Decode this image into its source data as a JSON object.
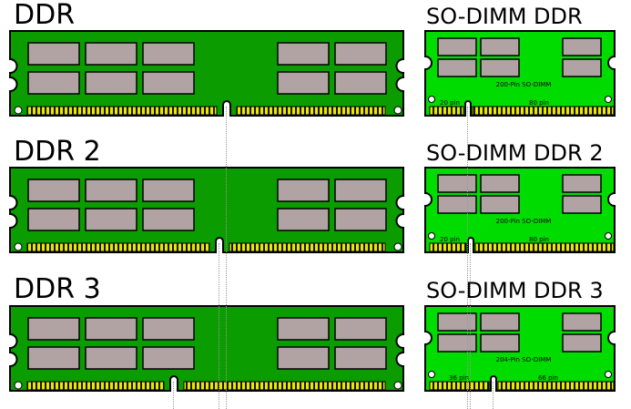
{
  "page": {
    "background": "#ffffff"
  },
  "colors": {
    "dimm_pcb": "#0b9c00",
    "sodimm_pcb": "#00dc00",
    "chip": "#b1a3a3",
    "pin_gold": "#e8e800",
    "hole": "#ffffff",
    "outline": "#000000",
    "guide_line": "#999999"
  },
  "rows": [
    {
      "dimm": {
        "title": "DDR"
      },
      "sodimm": {
        "title": "SO-DIMM DDR",
        "center_label": "200-Pin SO-DIMM",
        "left_pin_label": "20 pin",
        "right_pin_label": "80 pin"
      }
    },
    {
      "dimm": {
        "title": "DDR 2"
      },
      "sodimm": {
        "title": "SO-DIMM DDR 2",
        "center_label": "200-Pin SO-DIMM",
        "left_pin_label": "20 pin",
        "right_pin_label": "80 pin"
      }
    },
    {
      "dimm": {
        "title": "DDR 3"
      },
      "sodimm": {
        "title": "SO-DIMM DDR 3",
        "center_label": "204-Pin SO-DIMM",
        "left_pin_label": "36 pin",
        "right_pin_label": "66 pin"
      }
    }
  ]
}
